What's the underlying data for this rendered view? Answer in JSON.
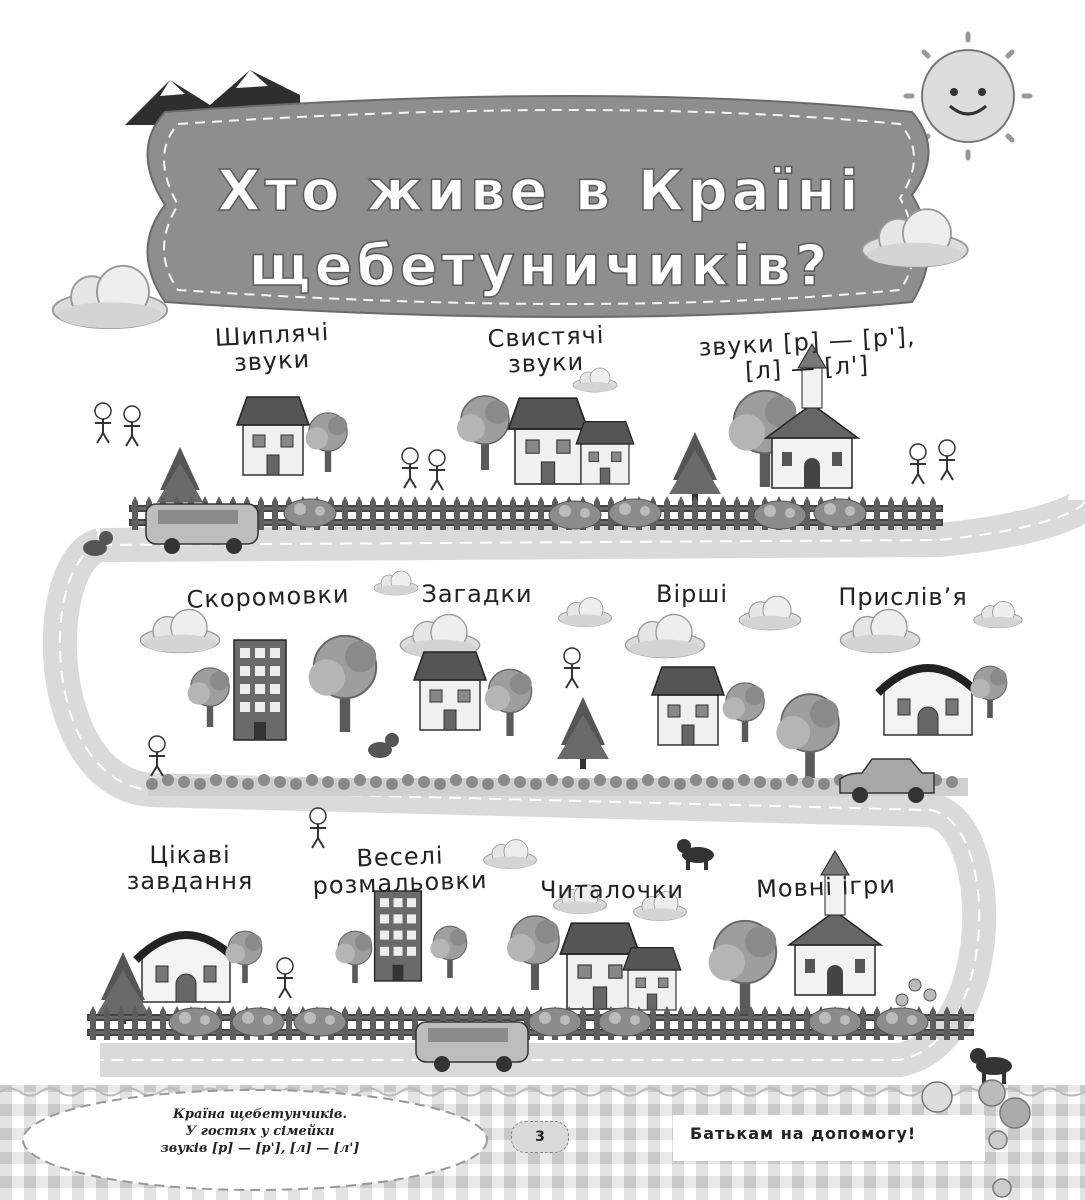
{
  "title": {
    "line1": "Хто живе в Країні",
    "line2": "щебетуничиків?"
  },
  "houses": [
    {
      "lines": [
        "Шиплячі",
        "звуки"
      ]
    },
    {
      "lines": [
        "Свистячі",
        "звуки"
      ]
    },
    {
      "lines": [
        "звуки [р] — [р'],",
        "[л] — [л']"
      ]
    },
    {
      "lines": [
        "Скоромовки"
      ]
    },
    {
      "lines": [
        "Загадки"
      ]
    },
    {
      "lines": [
        "Вірші"
      ]
    },
    {
      "lines": [
        "Прислів’я"
      ]
    },
    {
      "lines": [
        "Цікаві",
        "завдання"
      ]
    },
    {
      "lines": [
        "Веселі",
        "розмальовки"
      ]
    },
    {
      "lines": [
        "Читалочки"
      ]
    },
    {
      "lines": [
        "Мовні ігри"
      ]
    }
  ],
  "footer": {
    "book_title": "Країна щебетунчиків.",
    "book_subtitle": "У гостях у сімейки",
    "book_sounds": "звуків [р] — [р'], [л] — [л']",
    "page_number": "3",
    "series": "Батькам на допомогу!"
  }
}
